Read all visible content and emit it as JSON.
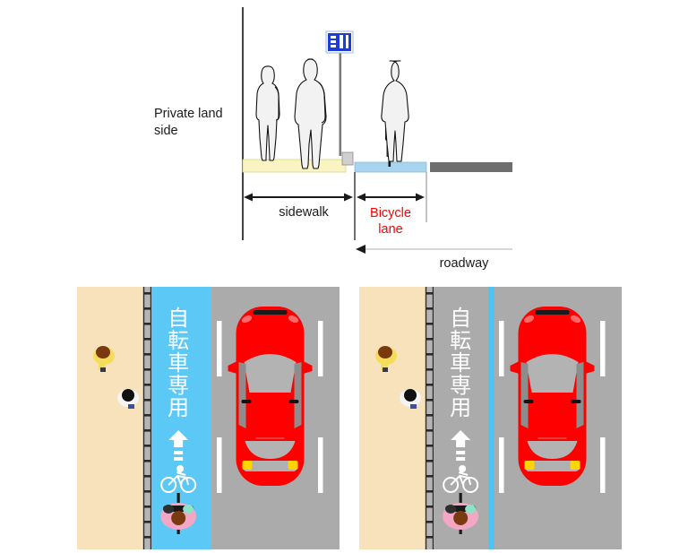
{
  "figure": {
    "title_present": false,
    "background_color": "#ffffff"
  },
  "cross_section": {
    "name": "street cross-section diagram",
    "labels": {
      "private_land": "Private land\nside",
      "sidewalk": "sidewalk",
      "bicycle_lane": "Bicycle\nlane",
      "roadway": "roadway"
    },
    "label_colors": {
      "private_land": "#1a1a1a",
      "sidewalk": "#1a1a1a",
      "bicycle_lane": "#ff0000",
      "roadway": "#1a1a1a"
    },
    "surfaces": [
      {
        "name": "sidewalk-strip",
        "color": "#faf4c3"
      },
      {
        "name": "bicycle-lane-strip",
        "color": "#a8d4f0"
      },
      {
        "name": "roadway-strip",
        "color": "#6e6e6e"
      }
    ],
    "figures": [
      {
        "name": "pedestrian-1",
        "kind": "pedestrian-silhouette",
        "fill": "#f2f2f2",
        "stroke": "#111111"
      },
      {
        "name": "pedestrian-2",
        "kind": "pedestrian-silhouette",
        "fill": "#f2f2f2",
        "stroke": "#111111"
      },
      {
        "name": "cyclist",
        "kind": "cyclist-silhouette",
        "fill": "#f2f2f2",
        "stroke": "#111111"
      }
    ],
    "sign": {
      "name": "bicycle-lane-road-sign",
      "shape": "rectangular blue sign on pole",
      "body_color": "#1b3fd4",
      "mark_color": "#ffffff",
      "pole_color": "#7a7a7a"
    },
    "dimension_arrows": [
      {
        "name": "sidewalk-width-arrow",
        "style": "double-headed",
        "color": "#1a1a1a"
      },
      {
        "name": "bicycle-lane-width-arrow",
        "style": "double-headed",
        "color": "#1a1a1a"
      },
      {
        "name": "roadway-width-arrow",
        "style": "single-headed left",
        "color": "#1a1a1a"
      }
    ]
  },
  "plan_views": {
    "name": "two plan-view street layout photos",
    "panels": [
      {
        "id": "panel-left",
        "name": "bicycle lane colored blue across full lane",
        "bike_lane_surface_color": "#5cc8f5",
        "stripe_color": null,
        "road_text": "自転車専用",
        "road_text_color": "#ffffff",
        "road_text_orientation": "vertical",
        "surfaces": {
          "private_land": "#f7e2bb",
          "curb_fence": "#b5b5b5",
          "bike_lane": "#5cc8f5",
          "roadway": "#ababab"
        },
        "markings": {
          "lane_dash_color": "#ffffff",
          "arrow_color": "#ffffff",
          "bicycle_pictogram_color": "#ffffff"
        },
        "actors": [
          {
            "name": "pedestrian-yellow",
            "shirt": "#f5dc5a",
            "hair": "#7a3a10"
          },
          {
            "name": "pedestrian-white",
            "shirt": "#f4f4f4",
            "hair": "#111111"
          },
          {
            "name": "cyclist",
            "shirt_left": "#2f2f2f",
            "shirt_right": "#8fe2c8",
            "helmet": "#f4a7c4",
            "hair": "#7a3a10"
          },
          {
            "name": "car-red",
            "body": "#ff0000",
            "glass": "#b3b3b3",
            "taillight": "#ffd400"
          }
        ]
      },
      {
        "id": "panel-right",
        "name": "bicycle lane gray with blue edge stripe",
        "bike_lane_surface_color": "#ababab",
        "stripe_color": "#4ec3f5",
        "road_text": "自転車専用",
        "road_text_color": "#ffffff",
        "road_text_orientation": "vertical",
        "surfaces": {
          "private_land": "#f7e2bb",
          "curb_fence": "#b5b5b5",
          "bike_lane": "#ababab",
          "roadway": "#ababab"
        },
        "markings": {
          "lane_dash_color": "#ffffff",
          "arrow_color": "#ffffff",
          "bicycle_pictogram_color": "#ffffff",
          "blue_edge_stripe_color": "#4ec3f5"
        },
        "actors": [
          {
            "name": "pedestrian-yellow",
            "shirt": "#f5dc5a",
            "hair": "#7a3a10"
          },
          {
            "name": "pedestrian-white",
            "shirt": "#f4f4f4",
            "hair": "#111111"
          },
          {
            "name": "cyclist",
            "shirt_left": "#2f2f2f",
            "shirt_right": "#8fe2c8",
            "helmet": "#f4a7c4",
            "hair": "#7a3a10"
          },
          {
            "name": "car-red",
            "body": "#ff0000",
            "glass": "#b3b3b3",
            "taillight": "#ffd400"
          }
        ]
      }
    ]
  }
}
